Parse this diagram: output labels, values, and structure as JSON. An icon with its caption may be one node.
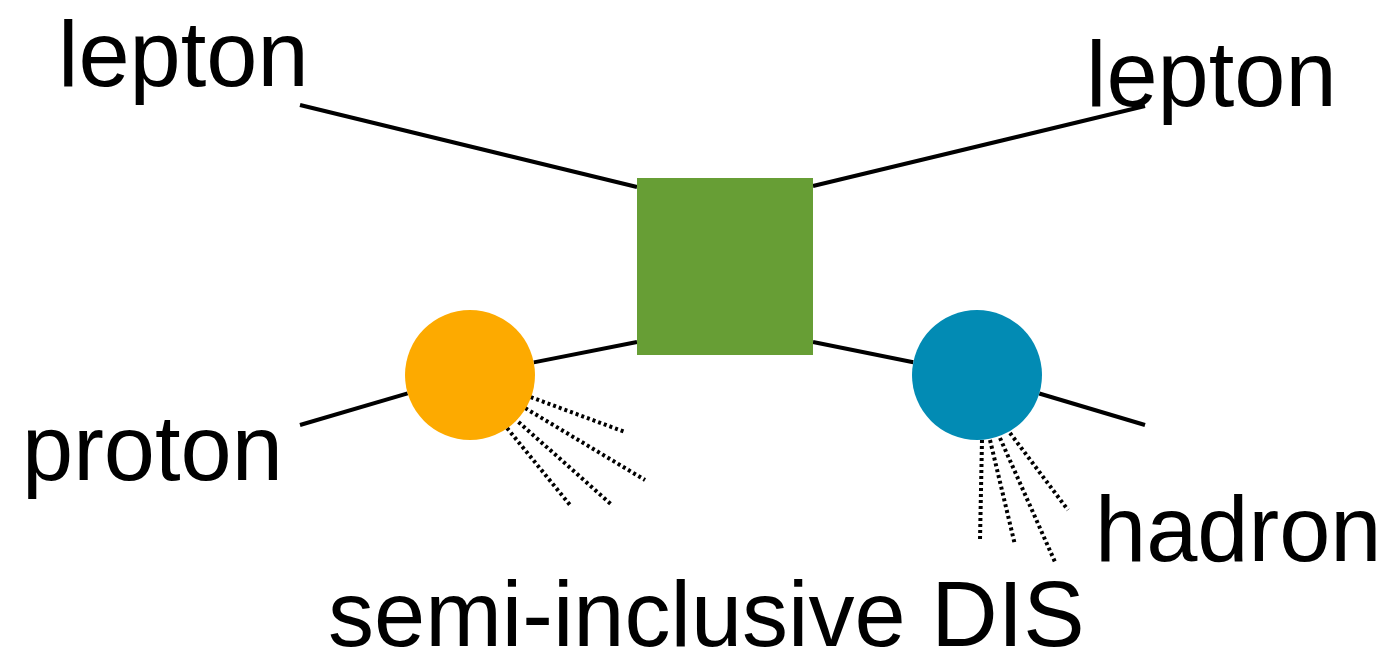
{
  "diagram": {
    "nodes": [
      {
        "text": [
          "lepton"
        ]
      },
      {
        "text": [
          "lepton"
        ]
      },
      {
        "text": [],
        "shape": "box"
      },
      {
        "text": [
          "proton"
        ]
      },
      {
        "text": [],
        "shape": "circle"
      },
      {
        "text": [],
        "shape": "circle"
      }
    ],
    "edges": [
      {
        "from": 0,
        "to": 2,
        "arrow": "none"
      },
      {
        "from": 2,
        "to": 1,
        "arrow": "none"
      },
      {
        "from": 3,
        "to": 4,
        "arrow": "none"
      },
      {
        "from": 4,
        "to": 2,
        "arrow": "none"
      },
      {
        "from": 2,
        "to": 5,
        "arrow": "none"
      },
      {
        "from": 5,
        "to": null,
        "arrow": "none"
      }
    ],
    "labels": [
      "hadron",
      "semi-inclusive DIS"
    ]
  }
}
